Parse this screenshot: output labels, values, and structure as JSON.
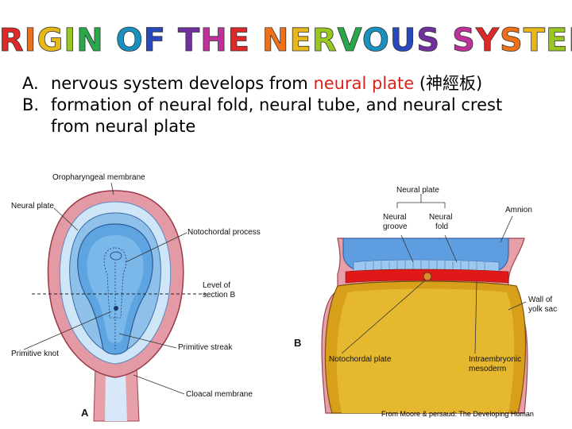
{
  "title": "ORIGIN OF THE NERVOUS SYSTEM",
  "title_colors": [
    "#c0309a",
    "#e02828",
    "#f07018",
    "#e8b818",
    "#98c820",
    "#28a848",
    "#1890c0",
    "#2848c0",
    "#7030a0"
  ],
  "bullets": [
    {
      "marker": "A.",
      "text_before": "nervous system develops from ",
      "highlight": "neural plate",
      "text_after": " (神經板)"
    },
    {
      "marker": "B.",
      "text": "formation of neural fold, neural tube, and neural crest",
      "continuation": "from neural plate"
    }
  ],
  "highlight_color": "#e0201a",
  "figure_a": {
    "letter": "A",
    "labels": {
      "oropharyngeal_membrane": "Oropharyngeal membrane",
      "neural_plate": "Neural plate",
      "notochordal_process": "Notochordal process",
      "level_of_section": "Level of",
      "level_of_section_2": "section B",
      "primitive_knot": "Primitive knot",
      "primitive_streak": "Primitive streak",
      "cloacal_membrane": "Cloacal membrane"
    }
  },
  "figure_b": {
    "letter": "B",
    "labels": {
      "neural_plate": "Neural plate",
      "neural_groove": "Neural",
      "neural_groove_2": "groove",
      "neural_fold": "Neural",
      "neural_fold_2": "fold",
      "amnion": "Amnion",
      "wall_of_yolk_sac": "Wall of",
      "wall_of_yolk_sac_2": "yolk sac",
      "notochordal_plate": "Notochordal plate",
      "intraembryonic_mesoderm": "Intraembryonic",
      "intraembryonic_mesoderm_2": "mesoderm"
    }
  },
  "credit": "From Moore & persaud: The Developing Human"
}
